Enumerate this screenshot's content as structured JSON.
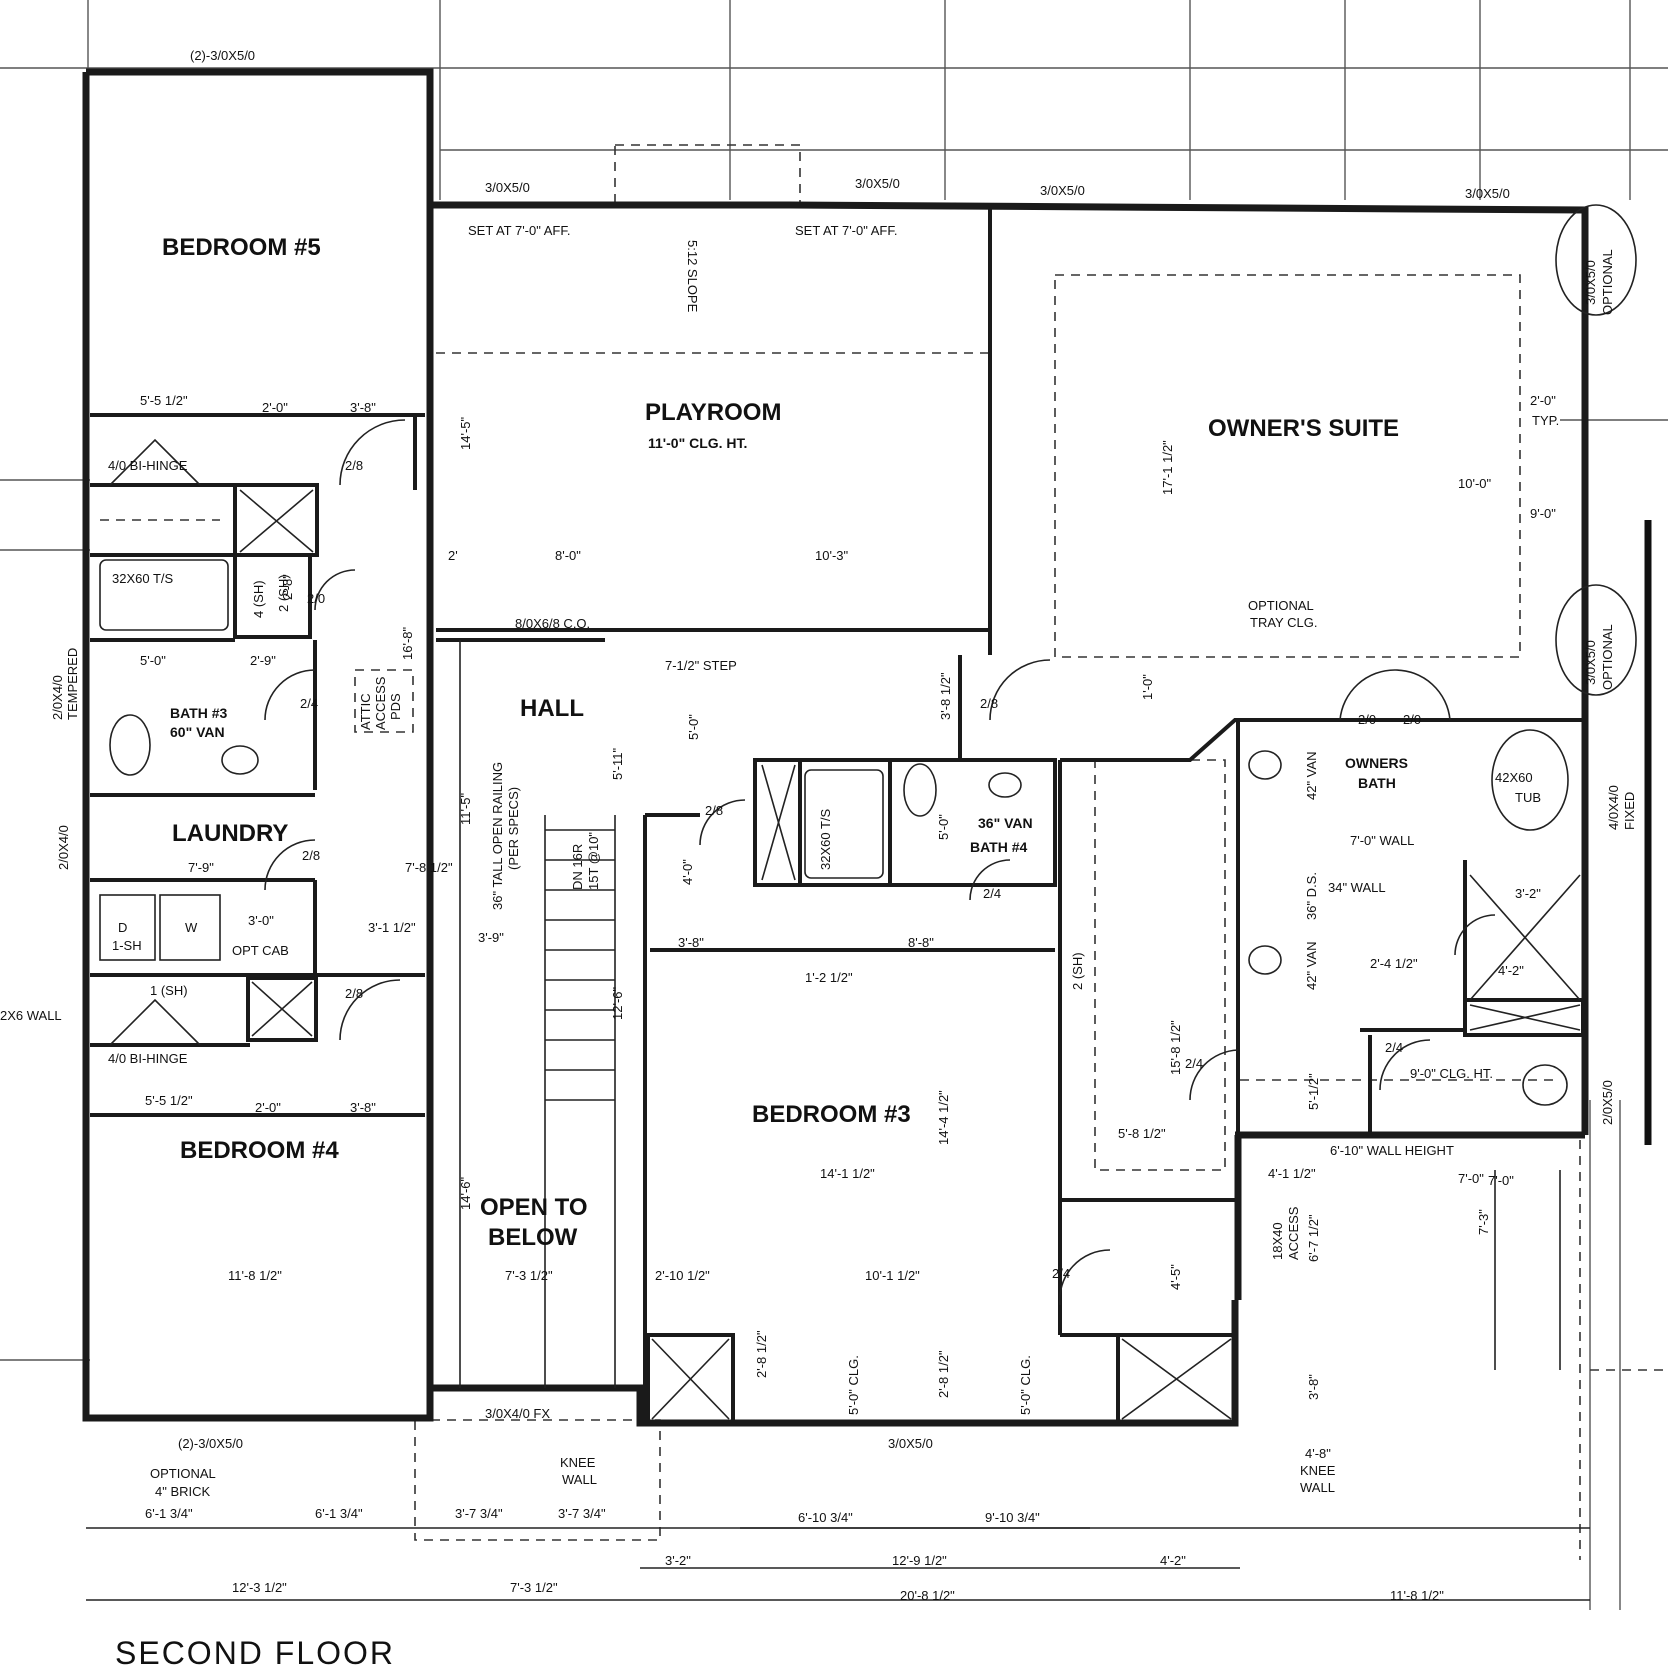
{
  "colors": {
    "ink": "#111111",
    "wall": "#1a1a1a",
    "paper": "#ffffff",
    "grid": "#555555"
  },
  "sheet_title": "SECOND FLOOR",
  "rooms": {
    "bedroom5": "BEDROOM #5",
    "playroom": "PLAYROOM",
    "playroom_ceiling": "11'-0\" CLG. HT.",
    "owners_suite": "OWNER'S SUITE",
    "bath3": "BATH #3",
    "bath3_van": "60\" VAN",
    "hall": "HALL",
    "laundry": "LAUNDRY",
    "bedroom4": "BEDROOM #4",
    "open_to_below_1": "OPEN TO",
    "open_to_below_2": "BELOW",
    "bedroom3": "BEDROOM #3",
    "bath4": "BATH #4",
    "bath4_van": "36\" VAN",
    "owners_bath_1": "OWNERS",
    "owners_bath_2": "BATH"
  },
  "windows": {
    "bed5_top": "(2)-3/0X5/0",
    "play_left": "3/0X5/0",
    "play_right": "3/0X5/0",
    "suite_left": "3/0X5/0",
    "suite_right": "3/0X5/0",
    "suite_opt1": "3/0X5/0",
    "suite_opt1b": "OPTIONAL",
    "suite_opt2": "3/0X5/0",
    "suite_opt2b": "OPTIONAL",
    "bath3_left": "2/0X4/0",
    "bath3_left_b": "TEMPERED",
    "laundry_left": "2/0X4/0",
    "bed4_bottom": "(2)-3/0X5/0",
    "hall_bottom": "3/0X4/0 FX",
    "bed3_bottom": "3/0X5/0",
    "obath_right": "4/0X4/0",
    "obath_right_b": "FIXED",
    "obath_right2": "2/0X5/0"
  },
  "notes": {
    "set_aff_1": "SET AT 7'-0\" AFF.",
    "set_aff_2": "SET AT 7'-0\" AFF.",
    "slope": "5:12 SLOPE",
    "bed5_hinge": "4/0 BI-HINGE",
    "bed4_hinge": "4/0 BI-HINGE",
    "tub_bath3": "32X60 T/S",
    "tub_bath4": "32X60 T/S",
    "attic": "ATTIC",
    "attic_2": "ACCESS",
    "attic_3": "PDS",
    "co": "8/0X6/8 C.O.",
    "step": "7-1/2\" STEP",
    "railing_1": "36\" TALL OPEN RAILING",
    "railing_2": "(PER SPECS)",
    "stairs_1": "DN 16R",
    "stairs_2": "15T @10\"",
    "opt_cab": "OPT CAB",
    "tray_1": "OPTIONAL",
    "tray_2": "TRAY CLG.",
    "typ": "TYP.",
    "tub42": "42X60",
    "tub42b": "TUB",
    "wall_7": "7'-0\" WALL",
    "wall_34": "34\" WALL",
    "ds": "36\" D.S.",
    "van42a": "42\" VAN",
    "van42b": "42\" VAN",
    "clg9": "9'-0\" CLG. HT.",
    "wall_height": "6'-10\" WALL HEIGHT",
    "access_1": "18X40",
    "access_2": "ACCESS",
    "clg5a": "5'-0\" CLG.",
    "clg5b": "5'-0\" CLG.",
    "knee1": "KNEE",
    "knee1b": "WALL",
    "knee2": "4'-8\"",
    "knee2b": "KNEE",
    "knee2c": "WALL",
    "brick_1": "OPTIONAL",
    "brick_2": "4\" BRICK",
    "wall_left": "2X6 WALL",
    "d": "D",
    "w": "W",
    "d_sh": "1-SH",
    "sh_top": "1 (SH)",
    "sh_4": "4 (SH)",
    "sh_2": "2 (SH)",
    "sh_2b": "2 (SH)"
  },
  "doors": {
    "d1": "2/8",
    "d2": "2/0",
    "d3": "2/4",
    "d4": "2/8",
    "d5": "2/8",
    "d6": "2/8",
    "d7": "2/8",
    "d8": "2/4",
    "d9": "2/0",
    "d10": "2/0",
    "d11": "2/4",
    "d12": "2/4",
    "d13": "2/4"
  },
  "dims": {
    "a1": "5'-5 1/2\"",
    "a2": "2'-0\"",
    "a3": "3'-8\"",
    "a4": "14'-5\"",
    "a5": "8'-0\"",
    "a6": "10'-3\"",
    "a7": "2'",
    "a8": "17'-1 1/2\"",
    "a9": "2'-0\"",
    "a10": "10'-0\"",
    "a11": "9'-0\"",
    "a12": "5'-0\"",
    "a13": "2'-9\"",
    "a14": "16'-8\"",
    "a15": "2'-8\"",
    "a16": "5'-11\"",
    "a17": "5'-0\"",
    "a18": "3'-8 1/2\"",
    "a19": "7'-9\"",
    "a20": "7'-8 1/2\"",
    "a21": "11'-5\"",
    "a22": "3'-1 1/2\"",
    "a23": "3'-9\"",
    "a24": "3'-0\"",
    "a25": "4'-0\"",
    "a26": "5'-0\"",
    "a27": "3'-8\"",
    "a28": "8'-8\"",
    "a29": "1'-2 1/2\"",
    "a30": "12'-6\"",
    "a31": "14'-4 1/2\"",
    "a32": "15'-8 1/2\"",
    "a33": "5'-8 1/2\"",
    "a34": "2'-4 1/2\"",
    "a35": "3'-2\"",
    "a36": "4'-2\"",
    "a37": "7'-0\"",
    "a38": "5'-5 1/2\"",
    "a39": "2'-0\"",
    "a40": "3'-8\"",
    "a41": "11'-8 1/2\"",
    "a42": "14'-6\"",
    "a43": "7'-3 1/2\"",
    "a44": "14'-1 1/2\"",
    "a45": "2'-10 1/2\"",
    "a46": "10'-1 1/2\"",
    "a47": "4'-1 1/2\"",
    "a48": "4'-5\"",
    "a49": "6'-7 1/2\"",
    "a50": "7'-3\"",
    "a51": "2'-8 1/2\"",
    "a52": "2'-8 1/2\"",
    "a53": "3'-8\"",
    "a54": "6'-1 3/4\"",
    "a55": "6'-1 3/4\"",
    "a56": "3'-7 3/4\"",
    "a57": "3'-7 3/4\"",
    "a58": "6'-10 3/4\"",
    "a59": "9'-10 3/4\"",
    "a60": "3'-2\"",
    "a61": "12'-9 1/2\"",
    "a62": "4'-2\"",
    "a63": "12'-3 1/2\"",
    "a64": "7'-3 1/2\"",
    "a65": "20'-8 1/2\"",
    "a66": "11'-8 1/2\"",
    "a67": "5'-1/2\"",
    "a68": "7'-0\"",
    "a69": "1'-0\""
  }
}
